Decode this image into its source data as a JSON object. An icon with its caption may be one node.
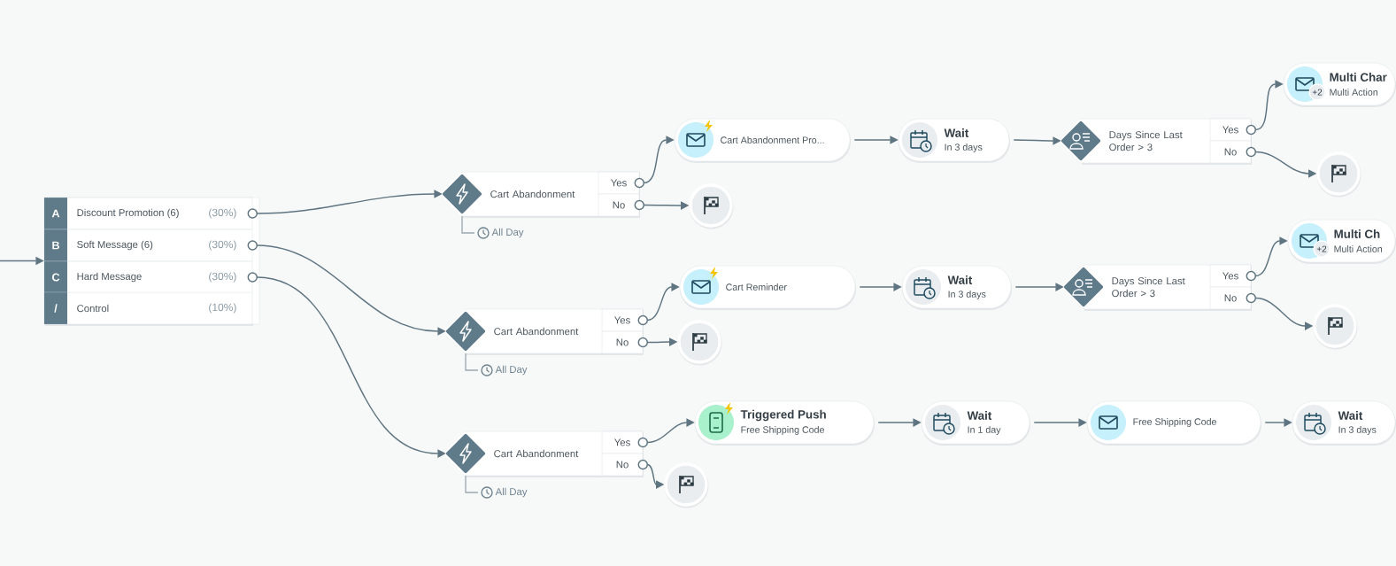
{
  "diagram": {
    "nodes": [
      {
        "text": [],
        "shape": "box"
      },
      {
        "text": [
          "A",
          "Discount Promotion (6)",
          "(30%)"
        ],
        "in": 0
      },
      {
        "text": [
          "B",
          "Soft Message (6)",
          "(30%)"
        ],
        "in": 0
      },
      {
        "text": [
          "C",
          "Hard Message",
          "(30%)"
        ],
        "in": 0
      },
      {
        "text": [
          "/",
          "Control",
          "(10%)"
        ],
        "in": 0
      },
      {
        "text": [
          "Cart Abandonment"
        ],
        "beside": [
          "All Day"
        ]
      },
      {
        "text": [
          "Yes"
        ],
        "in": 5
      },
      {
        "text": [
          "No"
        ],
        "in": 5
      },
      {
        "text": [
          "Cart Abandonment"
        ],
        "beside": [
          "All Day"
        ]
      },
      {
        "text": [
          "Yes"
        ],
        "in": 8
      },
      {
        "text": [
          "No"
        ],
        "in": 8
      },
      {
        "text": [
          "Cart Abandonment"
        ],
        "beside": [
          "All Day"
        ]
      },
      {
        "text": [
          "Yes"
        ],
        "in": 11
      },
      {
        "text": [
          "No"
        ],
        "in": 11
      },
      {
        "text": [
          "Cart Abandonment Pro..."
        ]
      },
      {
        "text": [],
        "shape": "circle"
      },
      {
        "text": [
          "Wait",
          "In 3 days"
        ]
      },
      {
        "text": [
          "Days Since Last Order > 3"
        ]
      },
      {
        "text": [
          "Yes"
        ],
        "in": 17
      },
      {
        "text": [
          "No"
        ],
        "in": 17
      },
      {
        "text": [
          "Multi Char",
          "+2",
          "Multi Action"
        ]
      },
      {
        "text": [],
        "shape": "circle"
      },
      {
        "text": [
          "Cart Reminder"
        ]
      },
      {
        "text": [],
        "shape": "circle"
      },
      {
        "text": [
          "Wait",
          "In 3 days"
        ]
      },
      {
        "text": [
          "Days Since Last Order > 3"
        ]
      },
      {
        "text": [
          "Yes"
        ],
        "in": 25
      },
      {
        "text": [
          "No"
        ],
        "in": 25
      },
      {
        "text": [
          "Multi Ch",
          "+2",
          "Multi Action"
        ]
      },
      {
        "text": [],
        "shape": "circle"
      },
      {
        "text": [
          "Triggered Push",
          "Free Shipping Code"
        ]
      },
      {
        "text": [],
        "shape": "circle"
      },
      {
        "text": [
          "Wait",
          "In 1 day"
        ]
      },
      {
        "text": [
          "Free Shipping Code"
        ]
      },
      {
        "text": [
          "Wait",
          "In 3 days"
        ]
      }
    ],
    "edges": [
      {
        "from": null,
        "to": 0,
        "arrow": "to"
      },
      {
        "from": 1,
        "to": 5,
        "arrow": "to"
      },
      {
        "from": 2,
        "to": 8,
        "arrow": "to"
      },
      {
        "from": 3,
        "to": 11,
        "arrow": "to"
      },
      {
        "from": 6,
        "to": 14,
        "arrow": "to"
      },
      {
        "from": 7,
        "to": 15,
        "arrow": "to"
      },
      {
        "from": 14,
        "to": 16,
        "arrow": "to"
      },
      {
        "from": 16,
        "to": 17,
        "arrow": "to"
      },
      {
        "from": 18,
        "to": 20,
        "arrow": "to"
      },
      {
        "from": 19,
        "to": 21,
        "arrow": "to"
      },
      {
        "from": 9,
        "to": 22,
        "arrow": "to"
      },
      {
        "from": 10,
        "to": 23,
        "arrow": "to"
      },
      {
        "from": 22,
        "to": 24,
        "arrow": "to"
      },
      {
        "from": 24,
        "to": 25,
        "arrow": "to"
      },
      {
        "from": 26,
        "to": 28,
        "arrow": "to"
      },
      {
        "from": 27,
        "to": 29,
        "arrow": "to"
      },
      {
        "from": 12,
        "to": 30,
        "arrow": "to"
      },
      {
        "from": 13,
        "to": 31,
        "arrow": "to"
      },
      {
        "from": 30,
        "to": 32,
        "arrow": "to"
      },
      {
        "from": 32,
        "to": 33,
        "arrow": "to"
      },
      {
        "from": 33,
        "to": 34,
        "arrow": "to"
      }
    ]
  }
}
